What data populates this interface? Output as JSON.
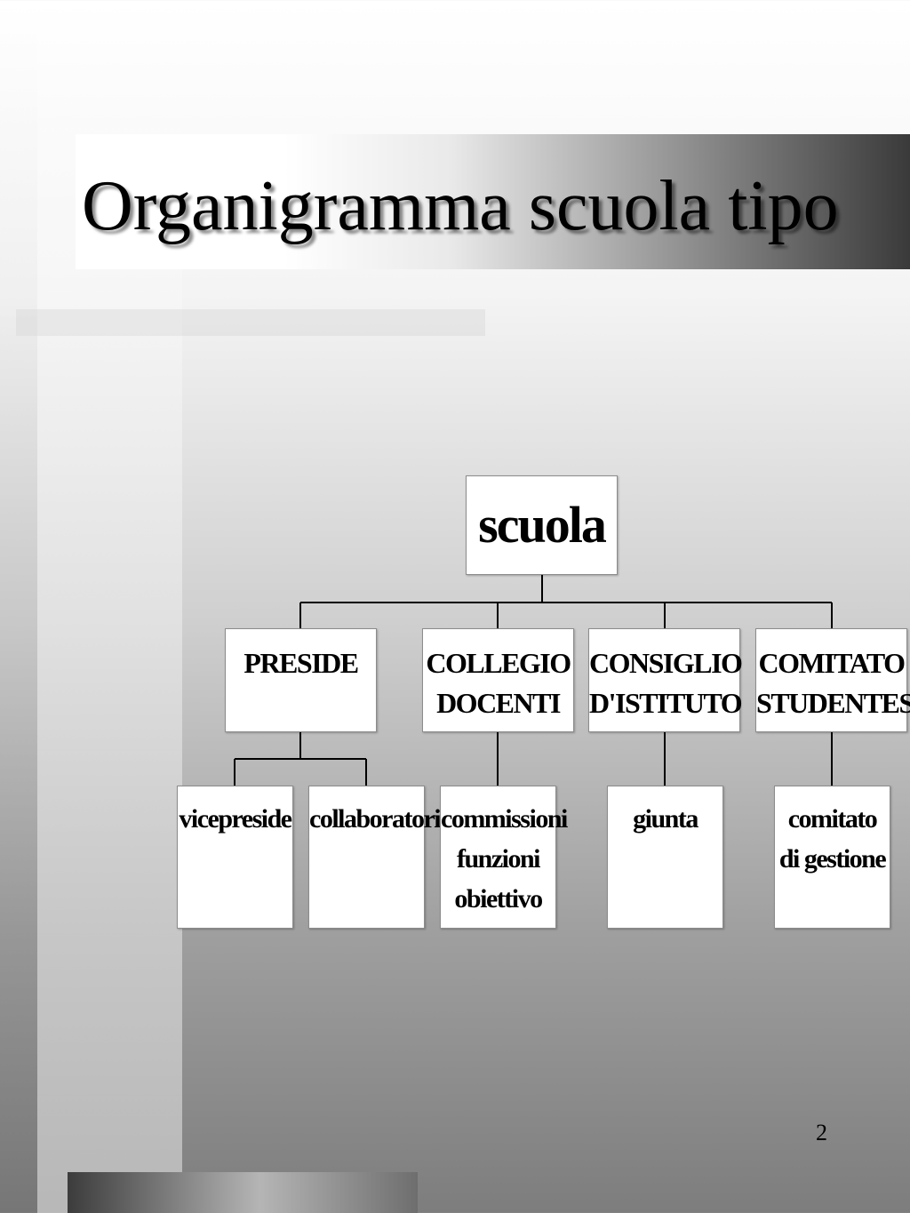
{
  "slide": {
    "title": "Organigramma scuola tipo",
    "page_number": "2"
  },
  "org_chart": {
    "root": {
      "label": "scuola"
    },
    "level2": [
      {
        "label_line1": "PRESIDE",
        "label_line2": ""
      },
      {
        "label_line1": "COLLEGIO",
        "label_line2": "DOCENTI"
      },
      {
        "label_line1": "CONSIGLIO",
        "label_line2": "D'ISTITUTO"
      },
      {
        "label_line1": "COMITATO",
        "label_line2": "STUDENTESCO"
      }
    ],
    "level3": [
      {
        "parent": "PRESIDE",
        "label_line1": "vicepreside",
        "label_line2": "",
        "label_line3": ""
      },
      {
        "parent": "PRESIDE",
        "label_line1": "collaboratori",
        "label_line2": "",
        "label_line3": ""
      },
      {
        "parent": "COLLEGIO DOCENTI",
        "label_line1": "commissioni",
        "label_line2": "funzioni",
        "label_line3": "obiettivo"
      },
      {
        "parent": "CONSIGLIO D'ISTITUTO",
        "label_line1": "giunta",
        "label_line2": "",
        "label_line3": ""
      },
      {
        "parent": "COMITATO STUDENTESCO",
        "label_line1": "comitato",
        "label_line2": "di gestione",
        "label_line3": ""
      }
    ]
  }
}
